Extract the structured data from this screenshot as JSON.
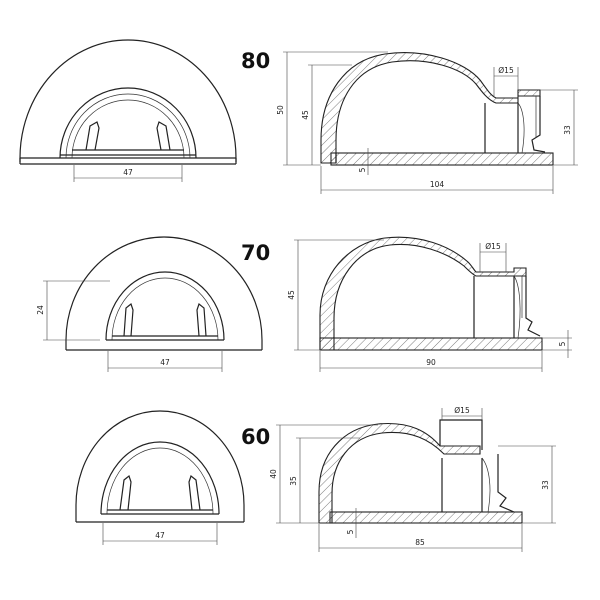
{
  "models": [
    {
      "size_label": "80",
      "front": {
        "width_dim": "47"
      },
      "side": {
        "height_total": "50",
        "height_inner": "45",
        "vent_dia": "Ø15",
        "door_height": "33",
        "base": "5",
        "length": "104"
      }
    },
    {
      "size_label": "70",
      "front": {
        "width_dim": "47",
        "height_dim": "24"
      },
      "side": {
        "height_total": "45",
        "vent_dia": "Ø15",
        "base": "5",
        "length": "90"
      }
    },
    {
      "size_label": "60",
      "front": {
        "width_dim": "47"
      },
      "side": {
        "height_total": "40",
        "height_inner": "35",
        "vent_dia": "Ø15",
        "door_height": "33",
        "base": "5",
        "length": "85"
      }
    }
  ]
}
